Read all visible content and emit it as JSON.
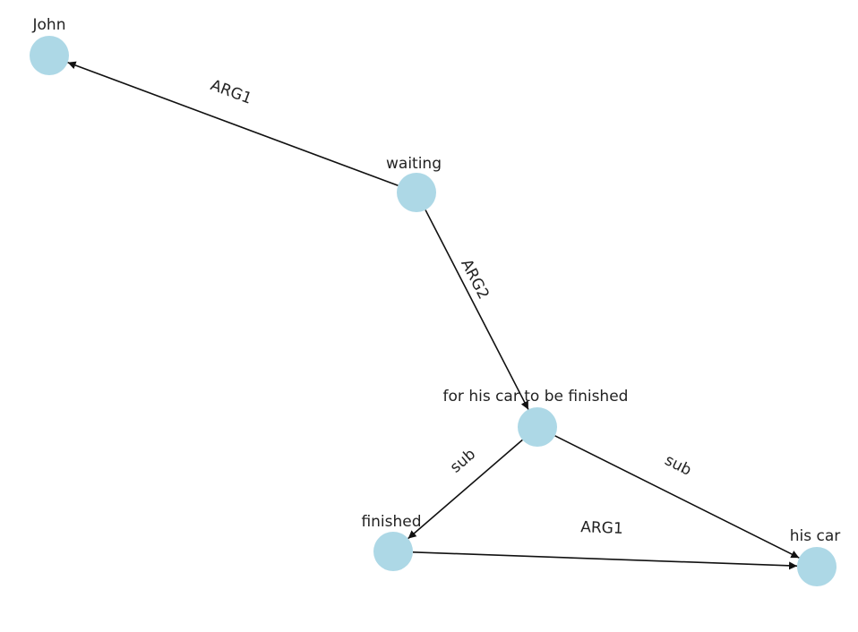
{
  "graph": {
    "node_color": "#add8e6",
    "edge_color": "#111111",
    "nodes": [
      {
        "id": "john",
        "label": "John"
      },
      {
        "id": "waiting",
        "label": "waiting"
      },
      {
        "id": "for",
        "label": "for his car to be finished"
      },
      {
        "id": "finished",
        "label": "finished"
      },
      {
        "id": "hiscar",
        "label": "his car"
      }
    ],
    "edges": [
      {
        "id": "waiting-john",
        "source": "waiting",
        "target": "john",
        "label": "ARG1"
      },
      {
        "id": "waiting-for",
        "source": "waiting",
        "target": "for",
        "label": "ARG2"
      },
      {
        "id": "for-finished",
        "source": "for",
        "target": "finished",
        "label": "sub"
      },
      {
        "id": "for-hiscar",
        "source": "for",
        "target": "hiscar",
        "label": "sub"
      },
      {
        "id": "finished-hiscar",
        "source": "finished",
        "target": "hiscar",
        "label": "ARG1"
      }
    ]
  }
}
